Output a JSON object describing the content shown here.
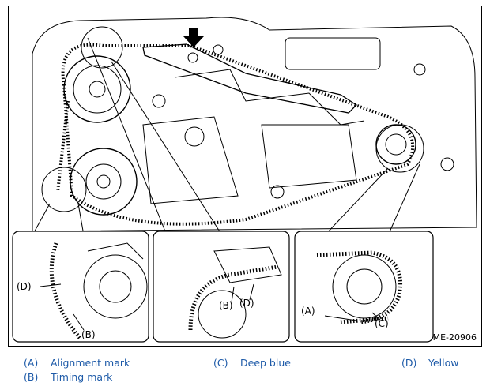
{
  "figure": {
    "id": "ME-20906",
    "callouts": {
      "inset1_d": "(D)",
      "inset1_b": "(B)",
      "inset2_b": "(B)",
      "inset2_d": "(D)",
      "inset3_a": "(A)",
      "inset3_c": "(C)"
    }
  },
  "legend": [
    {
      "key": "(A)",
      "text": "Alignment mark"
    },
    {
      "key": "(C)",
      "text": "Deep blue"
    },
    {
      "key": "(D)",
      "text": "Yellow"
    },
    {
      "key": "(B)",
      "text": "Timing mark"
    }
  ],
  "colors": {
    "legend_text": "#1d5aa8",
    "line": "#000000"
  }
}
